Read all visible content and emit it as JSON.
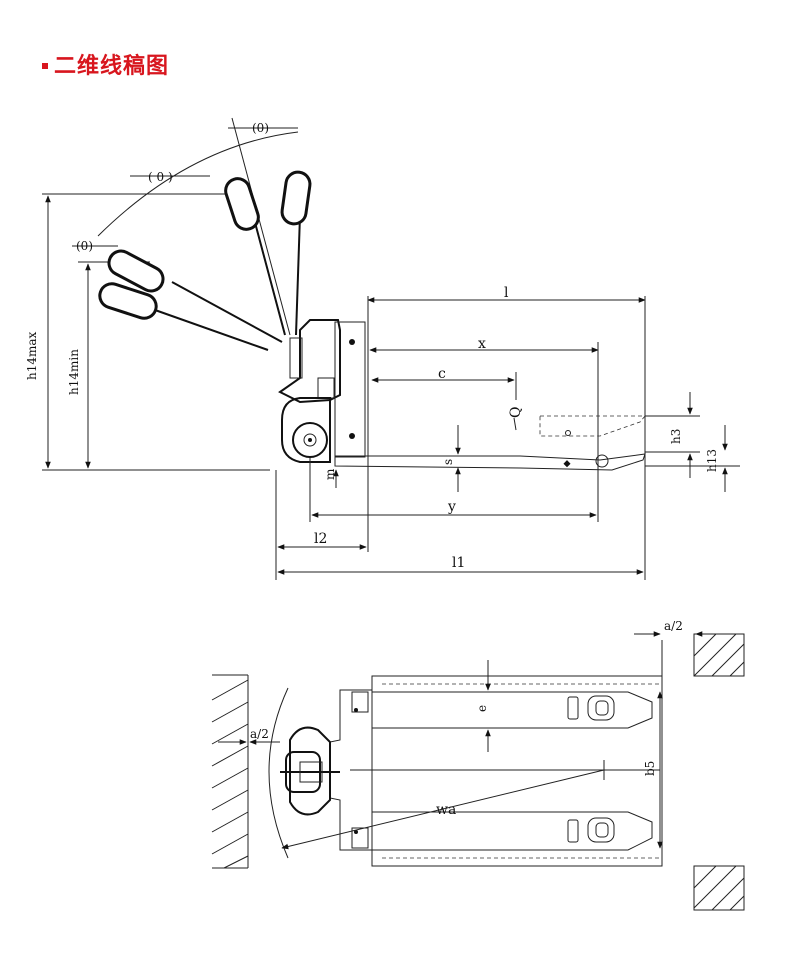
{
  "title": "二维线稿图",
  "side_view": {
    "labels": {
      "l": "l",
      "x": "x",
      "c": "c",
      "q": "Q",
      "h3": "h3",
      "h13": "h13",
      "s": "s",
      "m": "m",
      "y": "y",
      "l2": "l2",
      "l1": "l1",
      "h14max": "h14max",
      "h14min": "h14min",
      "angle_top": "(0)",
      "angle_mid": "( 0 )",
      "angle_low": "(0)"
    }
  },
  "top_view": {
    "labels": {
      "a2_top": "a/2",
      "a2_left": "a/2",
      "e": "e",
      "b5": "b5",
      "wa": "wa"
    }
  },
  "colors": {
    "title": "#d8161e",
    "line": "#222222"
  }
}
